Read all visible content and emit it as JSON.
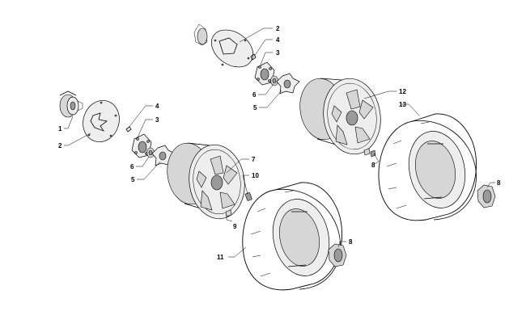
{
  "diagram": {
    "callouts": [
      {
        "id": "c1",
        "text": "1"
      },
      {
        "id": "c2a",
        "text": "2"
      },
      {
        "id": "c4a",
        "text": "4"
      },
      {
        "id": "c3a",
        "text": "3"
      },
      {
        "id": "c6a",
        "text": "6"
      },
      {
        "id": "c5a",
        "text": "5"
      },
      {
        "id": "c2b",
        "text": "2"
      },
      {
        "id": "c4b",
        "text": "4"
      },
      {
        "id": "c3b",
        "text": "3"
      },
      {
        "id": "c6b",
        "text": "6"
      },
      {
        "id": "c5b",
        "text": "5"
      },
      {
        "id": "c7",
        "text": "7"
      },
      {
        "id": "c10",
        "text": "10"
      },
      {
        "id": "c9",
        "text": "9"
      },
      {
        "id": "c11",
        "text": "11"
      },
      {
        "id": "c8a",
        "text": "8"
      },
      {
        "id": "c12",
        "text": "12"
      },
      {
        "id": "c13",
        "text": "13"
      },
      {
        "id": "c8b",
        "text": "8"
      },
      {
        "id": "c8c",
        "text": "8"
      }
    ]
  }
}
